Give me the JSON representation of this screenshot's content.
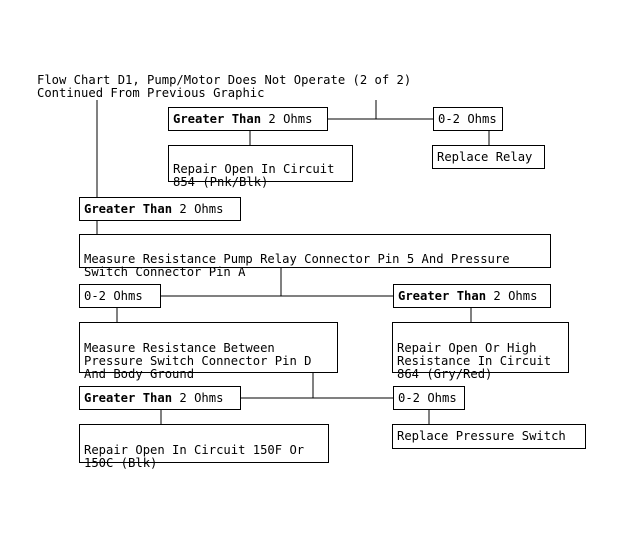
{
  "title": {
    "line1": "Flow Chart D1, Pump/Motor Does Not Operate (2 of 2)",
    "line2": "Continued From Previous Graphic"
  },
  "nodes": {
    "gt2_top": {
      "bold": "Greater Than",
      "rest": " 2 Ohms"
    },
    "zero_two_top": {
      "text": "0-2 Ohms"
    },
    "repair_854": {
      "text": "Repair Open In Circuit\n854 (Pnk/Blk)"
    },
    "replace_relay": {
      "text": "Replace Relay"
    },
    "gt2_second": {
      "bold": "Greater Than",
      "rest": " 2 Ohms"
    },
    "measure_pin5": {
      "text": "Measure Resistance Pump Relay Connector Pin 5 And Pressure\nSwitch Connector Pin A"
    },
    "zero_two_mid": {
      "text": "0-2 Ohms"
    },
    "gt2_mid": {
      "bold": "Greater Than",
      "rest": " 2 Ohms"
    },
    "measure_pind": {
      "text": "Measure Resistance Between\nPressure Switch Connector Pin D\nAnd Body Ground"
    },
    "repair_864": {
      "text": "Repair Open Or High\nResistance In Circuit\n864 (Gry/Red)"
    },
    "gt2_bottom": {
      "bold": "Greater Than",
      "rest": " 2 Ohms"
    },
    "zero_two_bottom": {
      "text": "0-2 Ohms"
    },
    "repair_150f": {
      "text": "Repair Open In Circuit 150F Or\n150C (Blk)"
    },
    "replace_switch": {
      "text": "Replace Pressure Switch"
    }
  }
}
